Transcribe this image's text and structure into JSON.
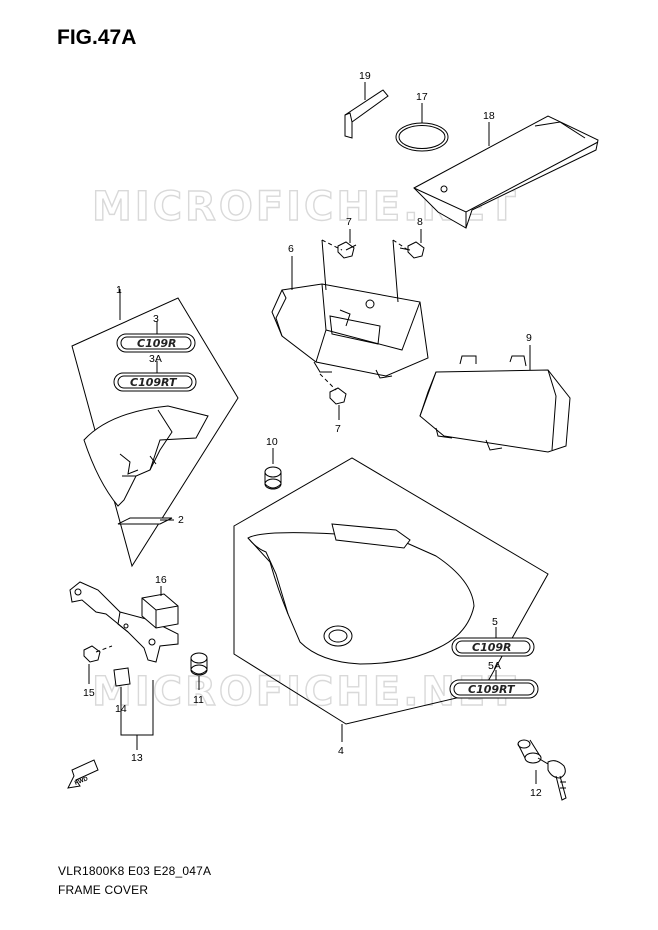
{
  "figure": {
    "title": "FIG.47A",
    "footer_code": "VLR1800K8 E03 E28_047A",
    "footer_name": "FRAME COVER"
  },
  "watermark": {
    "text": "MICROFICHE.NET"
  },
  "emblems": {
    "emblem_3_text": "C109R",
    "emblem_3a_text": "C109RT",
    "emblem_5_text": "C109R",
    "emblem_5a_text": "C109RT"
  },
  "fwd_arrow_text": "FWD",
  "callouts": {
    "c1": "1",
    "c2": "2",
    "c3": "3",
    "c3a": "3A",
    "c4": "4",
    "c5": "5",
    "c5a": "5A",
    "c6": "6",
    "c7a": "7",
    "c7b": "7",
    "c8": "8",
    "c9": "9",
    "c10": "10",
    "c11": "11",
    "c12": "12",
    "c13": "13",
    "c14": "14",
    "c15": "15",
    "c16": "16",
    "c17": "17",
    "c18": "18",
    "c19": "19"
  },
  "colors": {
    "line": "#000000",
    "watermark": "#d9d9d9",
    "fill": "#ffffff"
  }
}
